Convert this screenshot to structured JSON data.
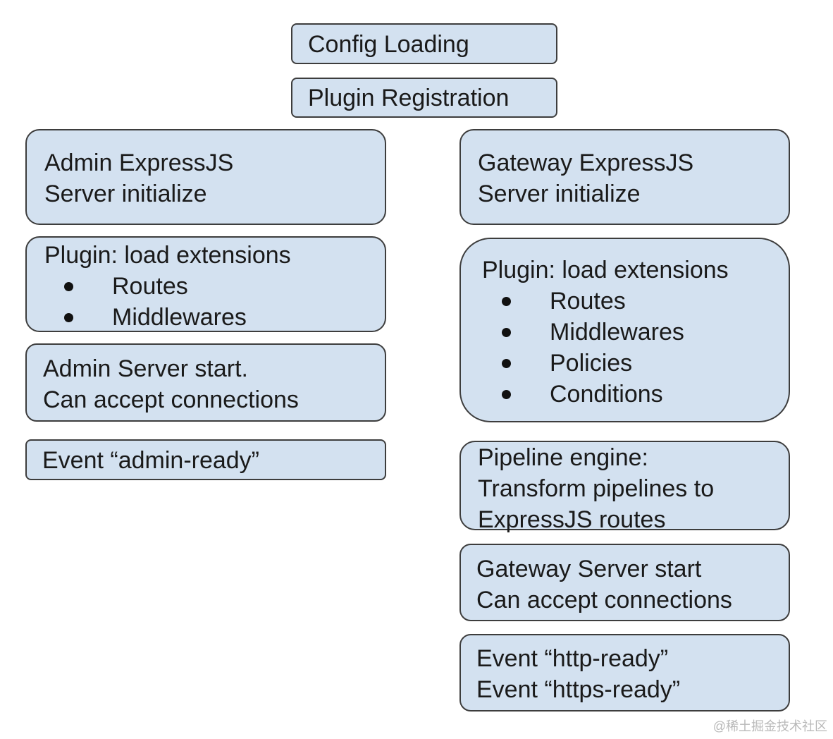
{
  "top": {
    "config_loading": "Config Loading",
    "plugin_registration": "Plugin Registration"
  },
  "admin": {
    "server_init": [
      "Admin ExpressJS",
      "Server initialize"
    ],
    "plugin": {
      "title": "Plugin: load extensions",
      "items": [
        "Routes",
        "Middlewares"
      ]
    },
    "start": [
      "Admin Server start.",
      "Can accept connections"
    ],
    "event": "Event “admin-ready”"
  },
  "gateway": {
    "server_init": [
      "Gateway ExpressJS",
      "Server initialize"
    ],
    "plugin": {
      "title": "Plugin: load extensions",
      "items": [
        "Routes",
        "Middlewares",
        "Policies",
        "Conditions"
      ]
    },
    "pipeline": [
      "Pipeline engine:",
      "Transform pipelines to",
      "ExpressJS routes"
    ],
    "start": [
      "Gateway Server start",
      "Can accept connections"
    ],
    "events": [
      "Event “http-ready”",
      "Event “https-ready”"
    ]
  },
  "watermark": "@稀土掘金技术社区"
}
